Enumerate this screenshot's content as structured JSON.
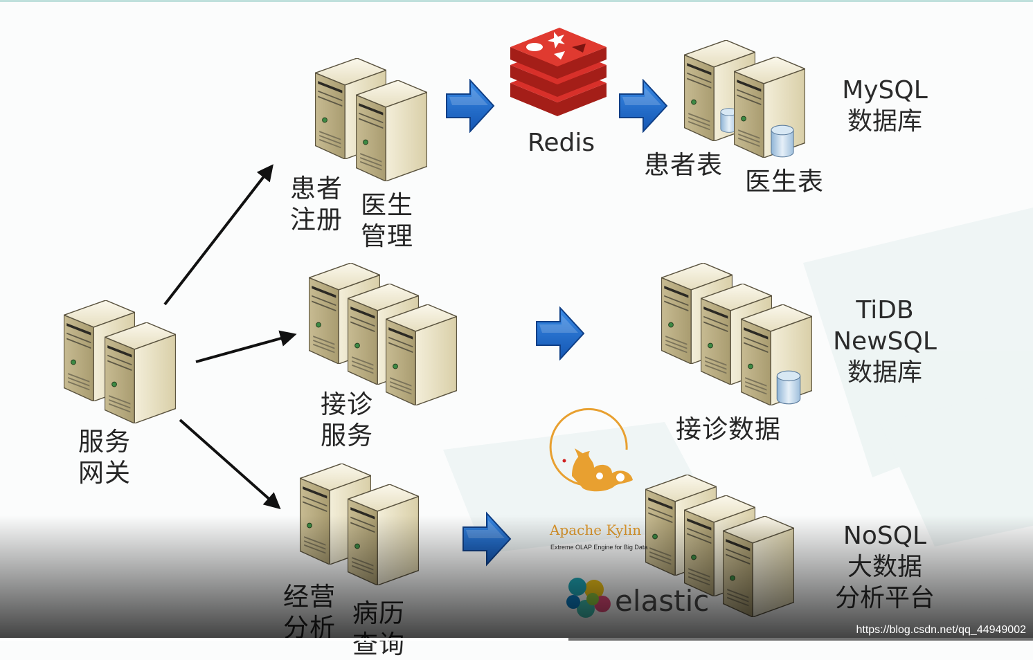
{
  "gateway": {
    "line1": "服务",
    "line2": "网关"
  },
  "services": {
    "patient_register": {
      "line1": "患者",
      "line2": "注册"
    },
    "doctor_manage": {
      "line1": "医生",
      "line2": "管理"
    },
    "visit_service": {
      "line1": "接诊",
      "line2": "服务"
    },
    "business_analysis": {
      "line1": "经营",
      "line2": "分析"
    },
    "medical_record": {
      "line1": "病历",
      "line2": "查询"
    }
  },
  "cache": {
    "name": "Redis"
  },
  "storage": {
    "patient_table": "患者表",
    "doctor_table": "医生表",
    "visit_data": "接诊数据"
  },
  "databases": {
    "mysql": {
      "line1": "MySQL",
      "line2": "数据库"
    },
    "tidb": {
      "line1": "TiDB",
      "line2": "NewSQL",
      "line3": "数据库"
    },
    "nosql": {
      "line1": "NoSQL",
      "line2": "大数据",
      "line3": "分析平台"
    }
  },
  "logos": {
    "kylin_name": "Apache Kylin",
    "kylin_tagline": "Extreme OLAP Engine for Big Data",
    "elastic_name": "elastic"
  },
  "watermark": "https://blog.csdn.net/qq_44949002",
  "video_progress": 0.55,
  "colors": {
    "arrow_blue": "#1f6fd1",
    "server_face": "#e9e1c4",
    "redis_red": "#c92a22",
    "kylin_orange": "#e8a030"
  }
}
